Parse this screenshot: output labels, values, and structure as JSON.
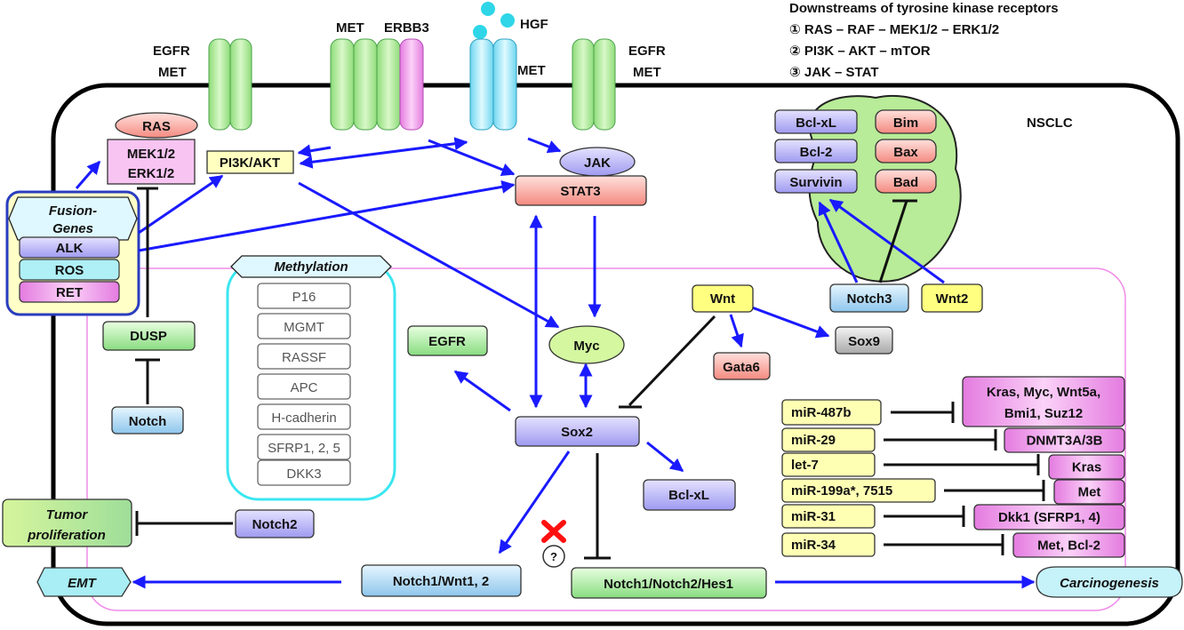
{
  "legend": {
    "title": "Downstreams of tyrosine kinase receptors",
    "items": [
      "① RAS – RAF – MEK1/2 – ERK1/2",
      "② PI3K – AKT – mTOR",
      "③ JAK – STAT"
    ]
  },
  "cell_label": "NSCLC",
  "receptors": {
    "egfr_met_left": [
      "EGFR",
      "MET"
    ],
    "met_erbb3": [
      "MET",
      "ERBB3"
    ],
    "hgf": "HGF",
    "met_center": "MET",
    "egfr_met_right": [
      "EGFR",
      "MET"
    ]
  },
  "nodes": {
    "ras": "RAS",
    "mek": "MEK1/2",
    "erk": "ERK1/2",
    "pi3k": "PI3K/AKT",
    "jak": "JAK",
    "stat3": "STAT3",
    "fusion_title": [
      "Fusion-",
      "Genes"
    ],
    "alk": "ALK",
    "ros": "ROS",
    "ret": "RET",
    "dusp": "DUSP",
    "notch": "Notch",
    "egfr": "EGFR",
    "myc": "Myc",
    "sox2": "Sox2",
    "bclxl_low": "Bcl-xL",
    "wnt": "Wnt",
    "gata6": "Gata6",
    "sox9": "Sox9",
    "notch3": "Notch3",
    "wnt2": "Wnt2",
    "tumor_prolif": [
      "Tumor",
      "proliferation"
    ],
    "notch2": "Notch2",
    "emt": "EMT",
    "notch1_wnt": "Notch1/Wnt1, 2",
    "question": "?",
    "notch_hes": "Notch1/Notch2/Hes1",
    "carcinogenesis": "Carcinogenesis"
  },
  "mito": {
    "anti": [
      "Bcl-xL",
      "Bcl-2",
      "Survivin"
    ],
    "pro": [
      "Bim",
      "Bax",
      "Bad"
    ]
  },
  "methylation": {
    "title": "Methylation",
    "genes": [
      "P16",
      "MGMT",
      "RASSF",
      "APC",
      "H-cadherin",
      "SFRP1, 2, 5",
      "DKK3"
    ]
  },
  "mirna": [
    {
      "mir": "miR-487b",
      "targets": [
        "Kras, Myc, Wnt5a,",
        "Bmi1, Suz12"
      ]
    },
    {
      "mir": "miR-29",
      "targets": [
        "DNMT3A/3B"
      ]
    },
    {
      "mir": "let-7",
      "targets": [
        "Kras"
      ]
    },
    {
      "mir": "miR-199a*, 7515",
      "targets": [
        "Met"
      ]
    },
    {
      "mir": "miR-31",
      "targets": [
        "Dkk1 (SFRP1, 4)"
      ]
    },
    {
      "mir": "miR-34",
      "targets": [
        "Met, Bcl-2"
      ]
    }
  ],
  "colors": {
    "arrow": "#1a1aff",
    "inhibit": "#111111",
    "green_fill": "#b7f0a8",
    "pink_fill": "#f4b4ee",
    "yellow_fill": "#ffffb4",
    "cyan_fill": "#b8f1f9",
    "red_fill": "#f7a6a6",
    "purple_fill": "#c4c0f5",
    "lightblue_fill": "#bfe6f8",
    "mito_fill": "#c8f0a8",
    "membrane": "#f08ce8",
    "meth_border": "#39e6f0",
    "x_mark": "#ff1010"
  }
}
